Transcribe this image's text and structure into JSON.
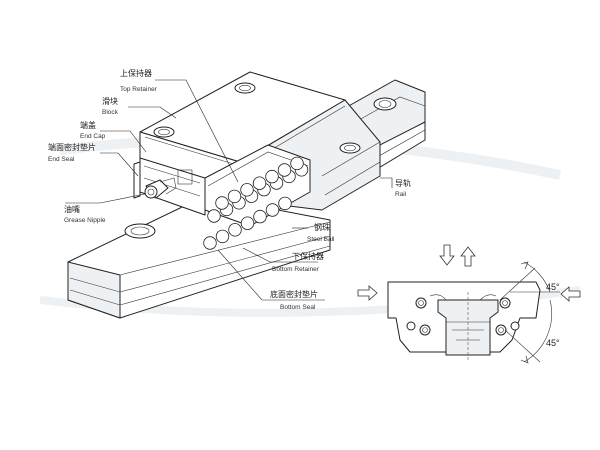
{
  "labels": {
    "top_retainer": {
      "zh": "上保持器",
      "en": "Top Retainer"
    },
    "block": {
      "zh": "滑块",
      "en": "Block"
    },
    "end_cap": {
      "zh": "端盖",
      "en": "End Cap"
    },
    "end_seal": {
      "zh": "端面密封垫片",
      "en": "End Seal"
    },
    "grease_nipple": {
      "zh": "油嘴",
      "en": "Grease Nipple"
    },
    "rail": {
      "zh": "导轨",
      "en": "Rail"
    },
    "steel_ball": {
      "zh": "钢珠",
      "en": "Steel Ball"
    },
    "bottom_retainer": {
      "zh": "下保持器",
      "en": "Bottom Retainer"
    },
    "bottom_seal": {
      "zh": "底面密封垫片",
      "en": "Bottom Seal"
    }
  },
  "angles": {
    "upper": "45°",
    "lower": "45°"
  },
  "colors": {
    "line": "#222222",
    "watermark": "#9bb0c4"
  }
}
